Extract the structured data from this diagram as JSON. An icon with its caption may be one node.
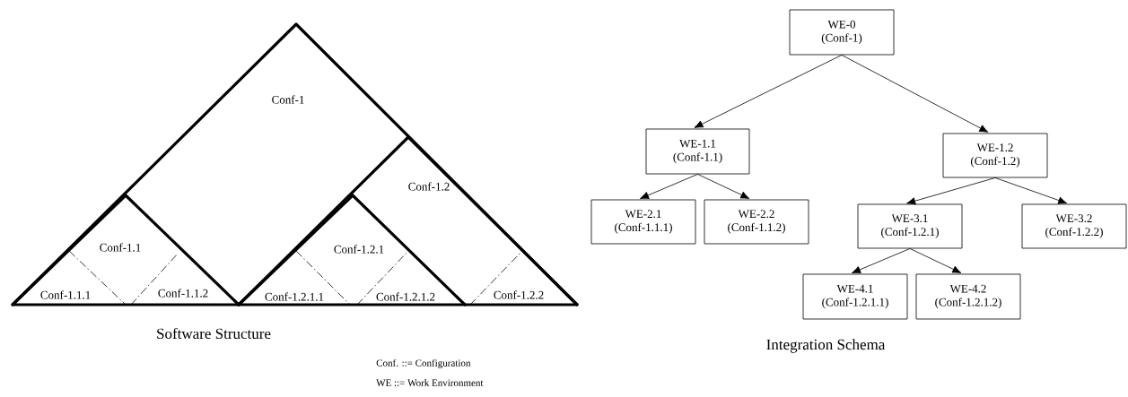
{
  "diagram": {
    "nodes": [
      {
        "text": [
          "Conf-1"
        ]
      },
      {
        "text": [
          "Conf-1.1"
        ],
        "in": 0
      },
      {
        "text": [
          "Conf-1.1.1"
        ],
        "in": 1
      },
      {
        "text": [
          "Conf-1.1.2"
        ],
        "in": 1
      },
      {
        "text": [
          "Conf-1.2"
        ],
        "in": 0
      },
      {
        "text": [
          "Conf-1.2.1"
        ],
        "in": 4
      },
      {
        "text": [
          "Conf-1.2.1.1"
        ],
        "in": 5
      },
      {
        "text": [
          "Conf-1.2.1.2"
        ],
        "in": 5
      },
      {
        "text": [
          "Conf-1.2.2"
        ],
        "in": 4
      },
      {
        "text": [
          "WE-0",
          "(Conf-1)"
        ]
      },
      {
        "text": [
          "WE-1.1",
          "(Conf-1.1)"
        ]
      },
      {
        "text": [
          "WE-1.2",
          "(Conf-1.2)"
        ]
      },
      {
        "text": [
          "WE-2.1",
          "(Conf-1.1.1)"
        ]
      },
      {
        "text": [
          "WE-2.2",
          "(Conf-1.1.2)"
        ]
      },
      {
        "text": [
          "WE-3.1",
          "(Conf-1.2.1)"
        ]
      },
      {
        "text": [
          "WE-3.2",
          "(Conf-1.2.2)"
        ]
      },
      {
        "text": [
          "WE-4.1",
          "(Conf-1.2.1.1)"
        ]
      },
      {
        "text": [
          "WE-4.2",
          "(Conf-1.2.1.2)"
        ]
      }
    ],
    "edges": [
      {
        "from": 9,
        "to": 10,
        "arrow": "to"
      },
      {
        "from": 9,
        "to": 11,
        "arrow": "to"
      },
      {
        "from": 10,
        "to": 12,
        "arrow": "to"
      },
      {
        "from": 10,
        "to": 13,
        "arrow": "to"
      },
      {
        "from": 11,
        "to": 14,
        "arrow": "to"
      },
      {
        "from": 11,
        "to": 15,
        "arrow": "to"
      },
      {
        "from": 14,
        "to": 16,
        "arrow": "to"
      },
      {
        "from": 14,
        "to": 17,
        "arrow": "to"
      }
    ],
    "labels": [
      "Software Structure",
      "Integration Schema",
      "Conf. ::= Configuration",
      "WE ::= Work Environment"
    ]
  }
}
